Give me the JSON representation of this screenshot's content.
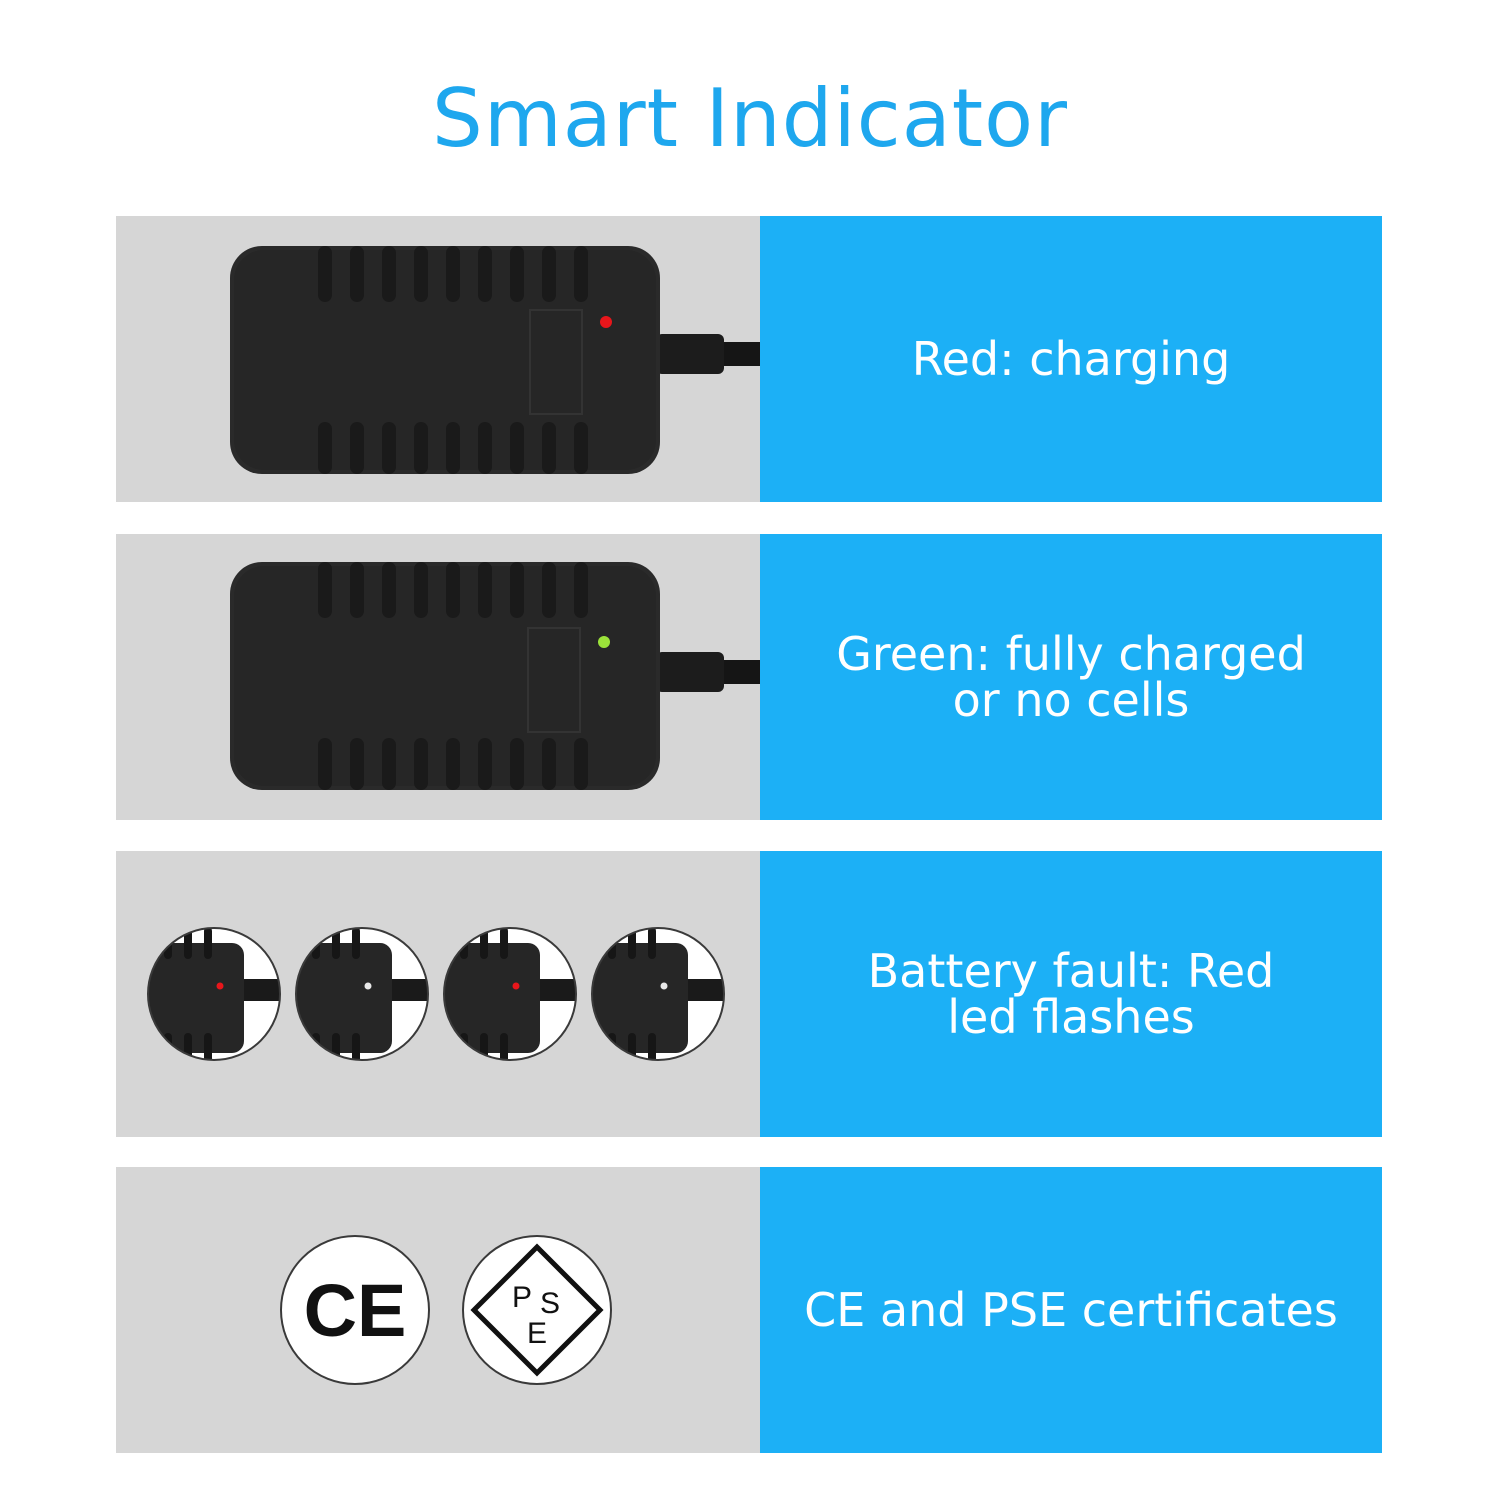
{
  "title": "Smart Indicator",
  "rows": [
    {
      "label": "Red: charging",
      "led_color": "#e8161b"
    },
    {
      "label": "Green: fully charged\nor no cells",
      "led_color": "#9be23a"
    },
    {
      "label": "Battery fault: Red\nled flashes",
      "led_sequence": [
        "#e8161b",
        "#e8e8e8",
        "#e8161b",
        "#e8e8e8"
      ]
    },
    {
      "label": "CE and PSE certificates",
      "badges": {
        "ce": "CE",
        "pse_letters": [
          "P",
          "S",
          "E"
        ]
      }
    }
  ],
  "colors": {
    "title": "#1ea7ee",
    "panel_blue": "#1cb0f6",
    "panel_gray": "#d6d6d6"
  },
  "icons": [
    "charger-adapter-icon",
    "ce-mark-icon",
    "pse-mark-icon"
  ]
}
